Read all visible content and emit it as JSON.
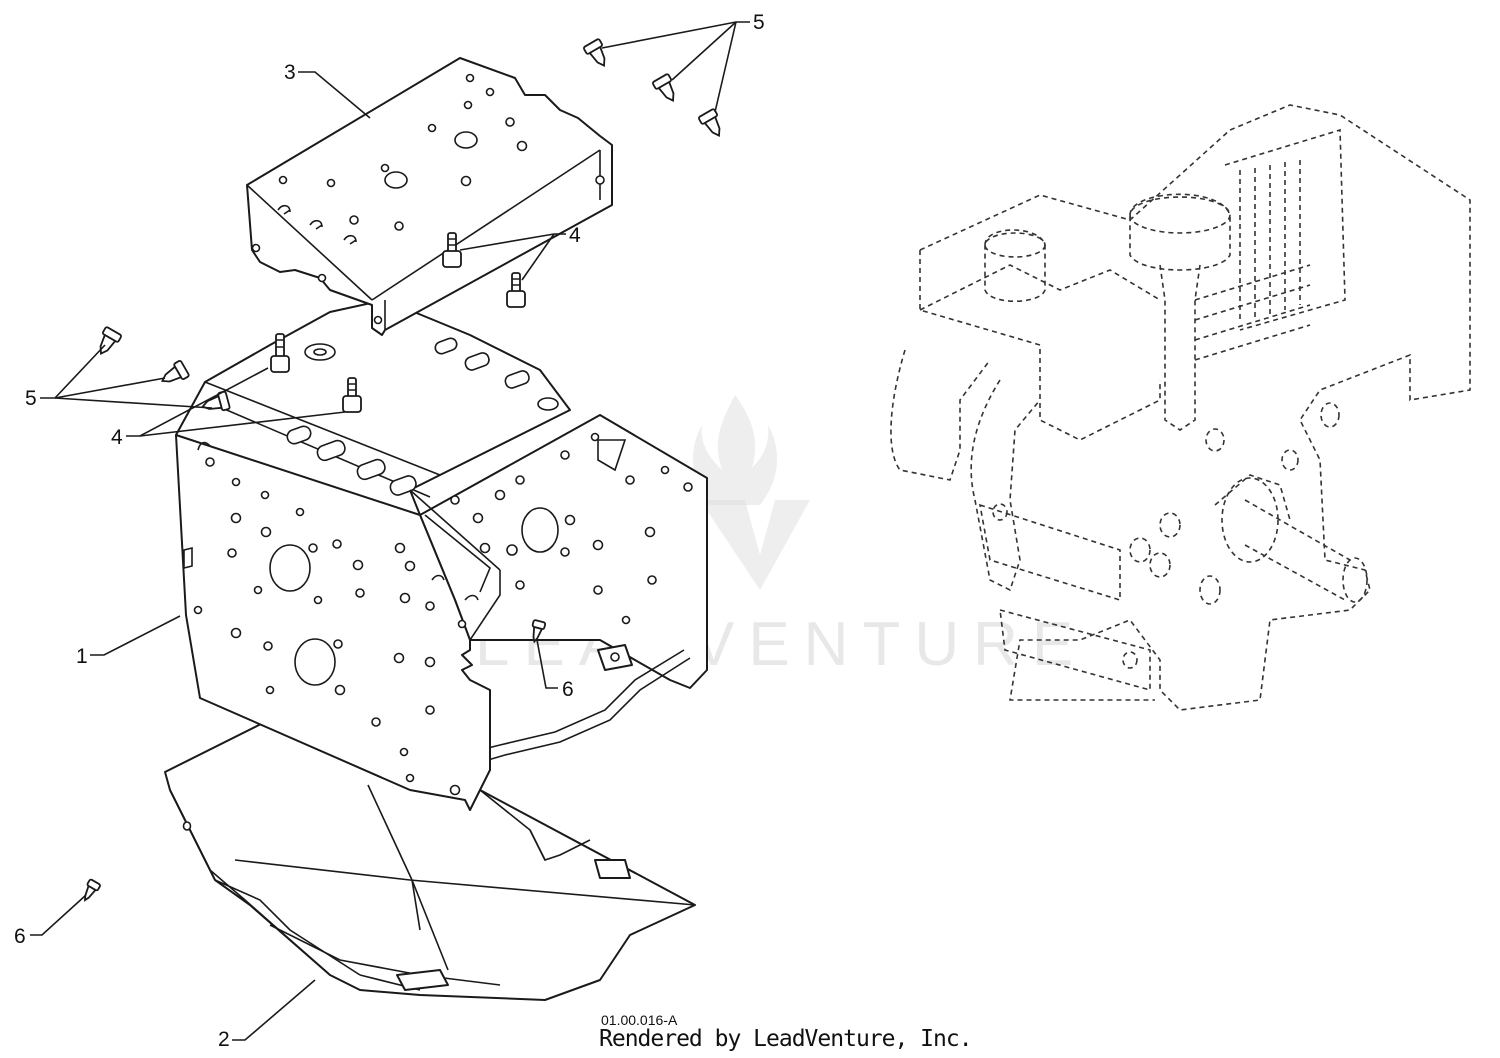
{
  "watermark": {
    "text": "LEADVENTURE"
  },
  "diagram": {
    "reference_code": "01.00.016-A",
    "credit": "Rendered by LeadVenture, Inc.",
    "callouts": {
      "c1": "1",
      "c2": "2",
      "c3": "3",
      "c4_top": "4",
      "c4_left": "4",
      "c5_top": "5",
      "c5_left": "5",
      "c6_right": "6",
      "c6_left": "6"
    }
  }
}
